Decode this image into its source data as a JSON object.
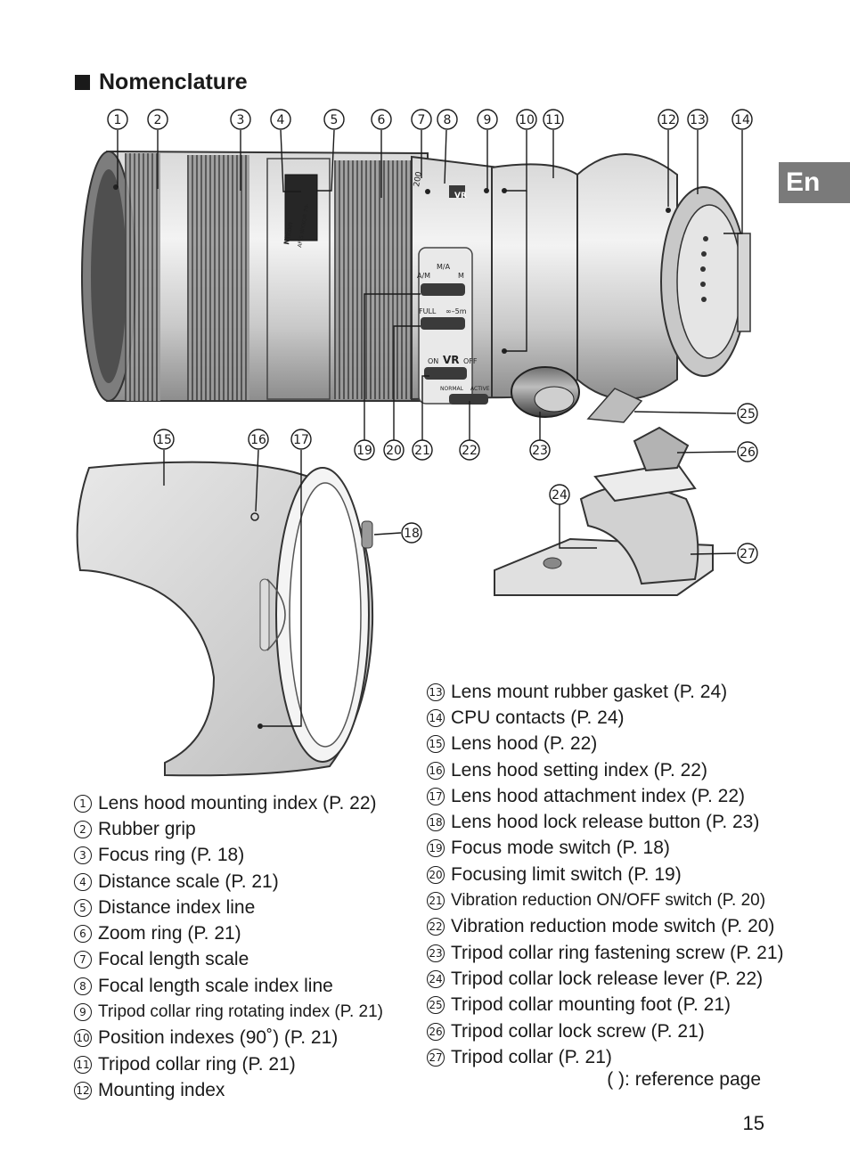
{
  "heading": "Nomenclature",
  "language_tab": "En",
  "callout_numbers": [
    "1",
    "2",
    "3",
    "4",
    "5",
    "6",
    "7",
    "8",
    "9",
    "10",
    "11",
    "12",
    "13",
    "14",
    "15",
    "16",
    "17",
    "18",
    "19",
    "20",
    "21",
    "22",
    "23",
    "24",
    "25",
    "26",
    "27"
  ],
  "lens_markings": {
    "switch_af": "A/M",
    "switch_ma": "M/A",
    "switch_m": "M",
    "limit_full": "FULL",
    "limit_range": "∞–5m",
    "vr_on": "ON",
    "vr_label": "VR",
    "vr_off": "OFF",
    "vr_normal": "NORMAL",
    "vr_active": "ACTIVE",
    "focal_200": "200",
    "brand": "Nikon",
    "lens_name": "AF-S NIKKOR 70-",
    "vr_badge": "VR"
  },
  "parts_left": [
    {
      "num": "1",
      "label": "Lens hood mounting index (P. 22)"
    },
    {
      "num": "2",
      "label": "Rubber grip"
    },
    {
      "num": "3",
      "label": "Focus ring (P. 18)"
    },
    {
      "num": "4",
      "label": "Distance scale (P. 21)"
    },
    {
      "num": "5",
      "label": "Distance index line"
    },
    {
      "num": "6",
      "label": "Zoom ring (P. 21)"
    },
    {
      "num": "7",
      "label": "Focal length scale"
    },
    {
      "num": "8",
      "label": "Focal length scale index line"
    },
    {
      "num": "9",
      "label": "Tripod collar ring rotating index (P. 21)"
    },
    {
      "num": "10",
      "label": "Position indexes (90˚) (P. 21)"
    },
    {
      "num": "11",
      "label": "Tripod collar ring (P. 21)"
    },
    {
      "num": "12",
      "label": "Mounting index"
    }
  ],
  "parts_right": [
    {
      "num": "13",
      "label": "Lens mount rubber gasket (P. 24)"
    },
    {
      "num": "14",
      "label": "CPU contacts (P. 24)"
    },
    {
      "num": "15",
      "label": "Lens hood (P. 22)"
    },
    {
      "num": "16",
      "label": "Lens hood setting index (P. 22)"
    },
    {
      "num": "17",
      "label": "Lens hood attachment index (P. 22)"
    },
    {
      "num": "18",
      "label": "Lens hood lock release button (P. 23)"
    },
    {
      "num": "19",
      "label": "Focus mode switch (P. 18)"
    },
    {
      "num": "20",
      "label": "Focusing limit switch (P. 19)"
    },
    {
      "num": "21",
      "label": "Vibration reduction ON/OFF switch (P. 20)"
    },
    {
      "num": "22",
      "label": "Vibration reduction mode switch (P. 20)"
    },
    {
      "num": "23",
      "label": "Tripod collar ring fastening screw (P. 21)"
    },
    {
      "num": "24",
      "label": "Tripod collar lock release lever (P. 22)"
    },
    {
      "num": "25",
      "label": "Tripod collar mounting foot (P. 21)"
    },
    {
      "num": "26",
      "label": "Tripod collar lock screw (P. 21)"
    },
    {
      "num": "27",
      "label": "Tripod collar (P. 21)"
    }
  ],
  "reference_note": "(  ): reference page",
  "page_number": "15"
}
